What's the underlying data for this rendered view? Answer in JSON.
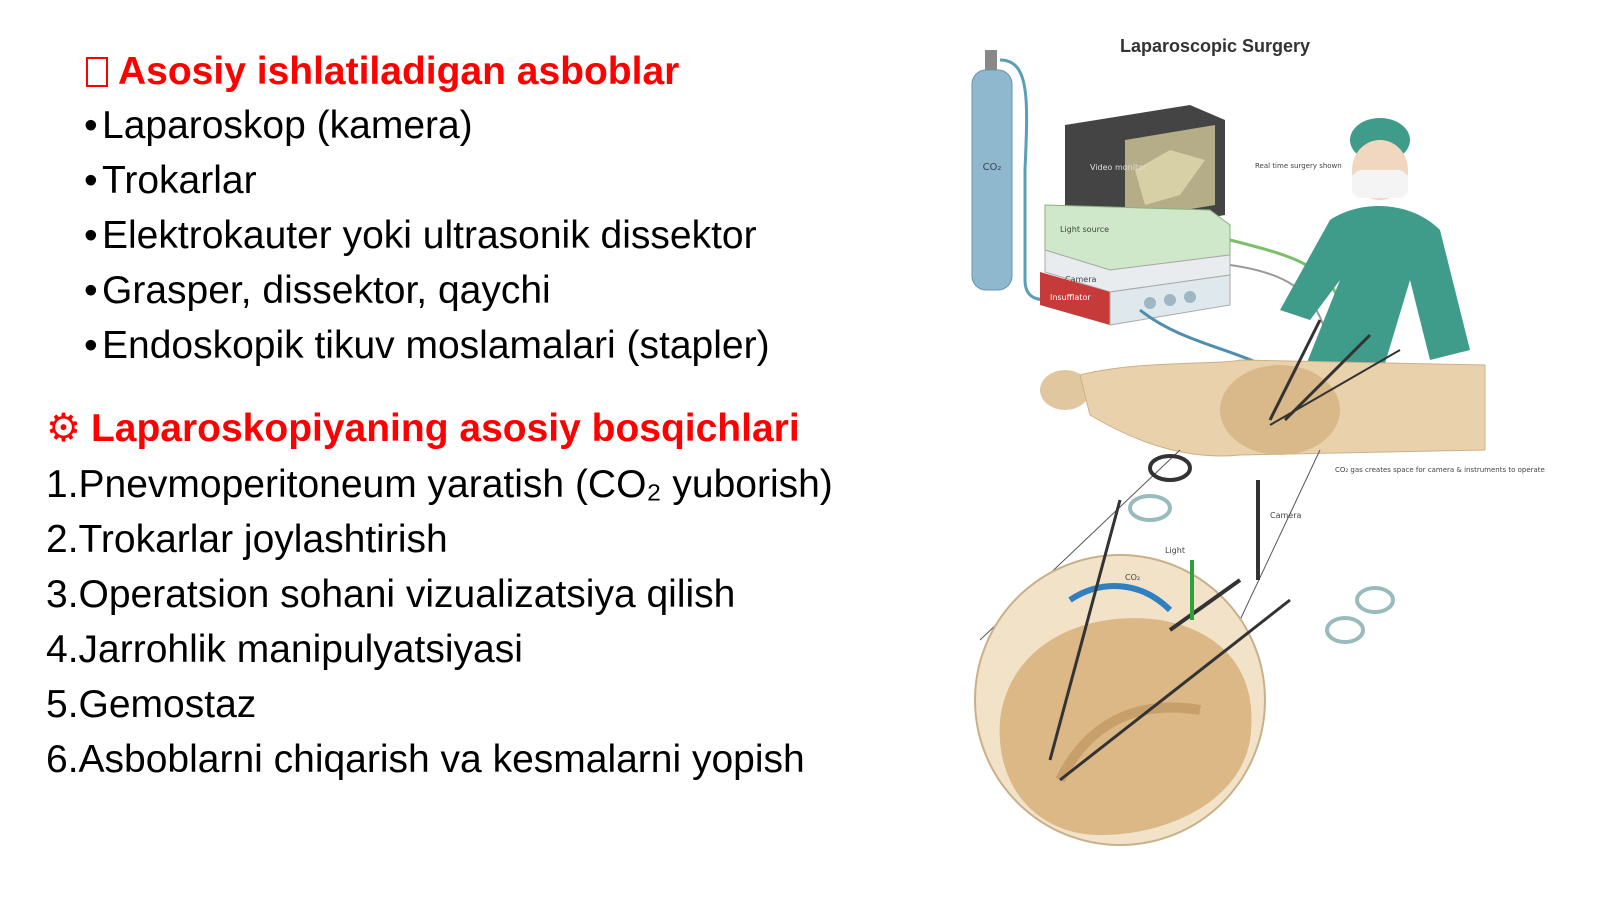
{
  "section1": {
    "icon": "square-glyph-icon",
    "title": "Asosiy ishlatiladigan asboblar",
    "items": [
      "Laparoskop (kamera)",
      "Trokarlar",
      "Elektrokauter yoki ultrasonik dissektor",
      "Grasper, dissektor, qaychi",
      "Endoskopik tikuv moslamalari (stapler)"
    ]
  },
  "section2": {
    "icon": "gear-icon",
    "title": "Laparoskopiyaning asosiy bosqichlari",
    "steps": [
      "1.Pnevmoperitoneum yaratish (CO₂ yuborish)",
      "2.Trokarlar joylashtirish",
      "3.Operatsion sohani vizualizatsiya qilish",
      "4.Jarrohlik manipulyatsiyasi",
      "5.Gemostaz",
      "6.Asboblarni chiqarish va kesmalarni yopish"
    ]
  },
  "illustration": {
    "title": "Laparoscopic Surgery",
    "labels": {
      "co2_tank": "CO₂",
      "monitor": "Video monitor",
      "real_time": "Real time surgery shown",
      "light_source": "Light source",
      "camera_unit": "Camera",
      "insufflator": "Insufflator",
      "gas_note": "CO₂ gas creates space for camera & instruments to operate",
      "camera": "Camera",
      "light": "Light",
      "co2": "CO₂"
    }
  },
  "colors": {
    "heading": "#ff0000",
    "text": "#000000",
    "background": "#ffffff"
  }
}
